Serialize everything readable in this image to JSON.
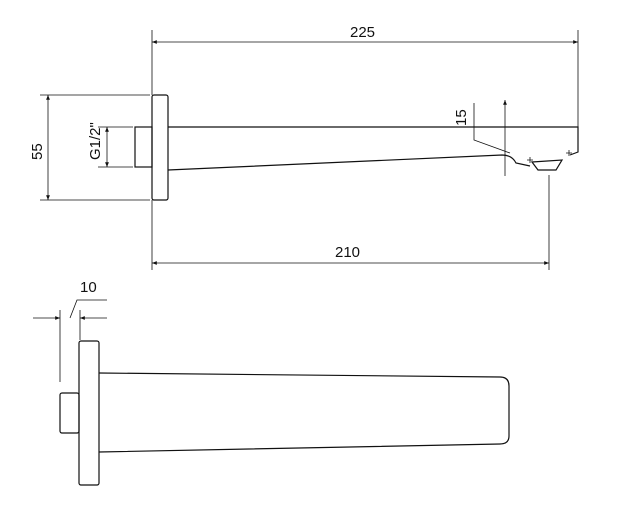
{
  "dimensions": {
    "overall_length": "225",
    "projection": "210",
    "flange_height": "55",
    "thread": "G1/2\"",
    "outlet_height": "15",
    "flange_thickness": "10"
  }
}
